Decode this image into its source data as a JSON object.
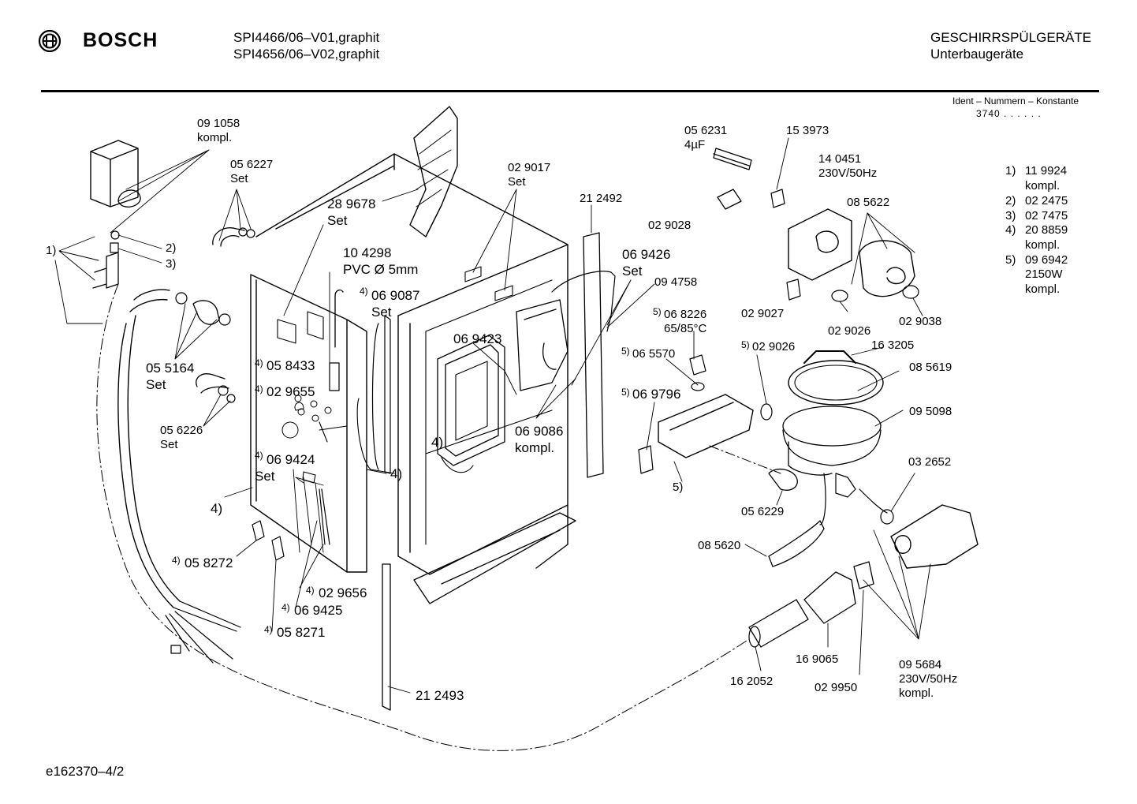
{
  "header": {
    "brand": "BOSCH",
    "models": [
      "SPI4466/06–V01,graphit",
      "SPI4656/06–V02,graphit"
    ],
    "category": "GESCHIRRSPÜLGERÄTE",
    "subcategory": "Unterbaugeräte"
  },
  "ident": {
    "title": "Ident – Nummern – Konstante",
    "value": "3740  .  .  .  .  .  ."
  },
  "legend": [
    {
      "key": "1)",
      "lines": [
        "11 9924",
        "kompl."
      ]
    },
    {
      "key": "2)",
      "lines": [
        "02 2475"
      ]
    },
    {
      "key": "3)",
      "lines": [
        "02 7475"
      ]
    },
    {
      "key": "4)",
      "lines": [
        "20 8859",
        "kompl."
      ]
    },
    {
      "key": "5)",
      "lines": [
        "09 6942",
        "2150W",
        "kompl."
      ]
    }
  ],
  "parts": [
    {
      "text": "09 1058\nkompl."
    },
    {
      "text": "05 6227\nSet"
    },
    {
      "text": "28 9678\nSet"
    },
    {
      "text": "10 4298\nPVC Ø 5mm"
    },
    {
      "sup": "4)",
      "text": "06 9087\nSet"
    },
    {
      "text": "06 9423"
    },
    {
      "text": "02 9017\nSet"
    },
    {
      "text": "21 2492"
    },
    {
      "text": "06 9426\nSet"
    },
    {
      "text": "09 4758"
    },
    {
      "text": "05 6231\n4µF"
    },
    {
      "text": "15 3973"
    },
    {
      "text": "14 0451\n230V/50Hz"
    },
    {
      "text": "08 5622"
    },
    {
      "text": "02 9028"
    },
    {
      "text": "02 9027"
    },
    {
      "text": "02 9026"
    },
    {
      "text": "02 9038"
    },
    {
      "sup": "5)",
      "text": "06 8226\n65/85°C"
    },
    {
      "sup": "5)",
      "text": "06 5570"
    },
    {
      "sup": "5)",
      "text": "06 9796"
    },
    {
      "sup": "5)",
      "text": "02 9026"
    },
    {
      "text": "16 3205"
    },
    {
      "text": "08 5619"
    },
    {
      "text": "09 5098"
    },
    {
      "text": "03 2652"
    },
    {
      "text": "05 6229"
    },
    {
      "text": "08 5620"
    },
    {
      "text": "16 9065"
    },
    {
      "text": "02 9950"
    },
    {
      "text": "16 2052"
    },
    {
      "text": "09 5684\n230V/50Hz\nkompl."
    },
    {
      "text": "21 2493"
    },
    {
      "text": "06 9086\nkompl."
    },
    {
      "text": "05 5164\nSet"
    },
    {
      "text": "05 6226\nSet"
    },
    {
      "sup": "4)",
      "text": "05 8433"
    },
    {
      "sup": "4)",
      "text": "02 9655"
    },
    {
      "sup": "4)",
      "text": "06 9424\nSet"
    },
    {
      "text": "4)"
    },
    {
      "sup": "4)",
      "text": "05 8272"
    },
    {
      "sup": "4)",
      "text": "02 9656"
    },
    {
      "sup": "4)",
      "text": "06 9425"
    },
    {
      "sup": "4)",
      "text": "05 8271"
    },
    {
      "text": "1)"
    },
    {
      "text": "2)"
    },
    {
      "text": "3)"
    },
    {
      "text": "4)"
    },
    {
      "text": "4)"
    },
    {
      "text": "5)"
    }
  ],
  "footer": {
    "doc_id": "e162370–4/2"
  }
}
